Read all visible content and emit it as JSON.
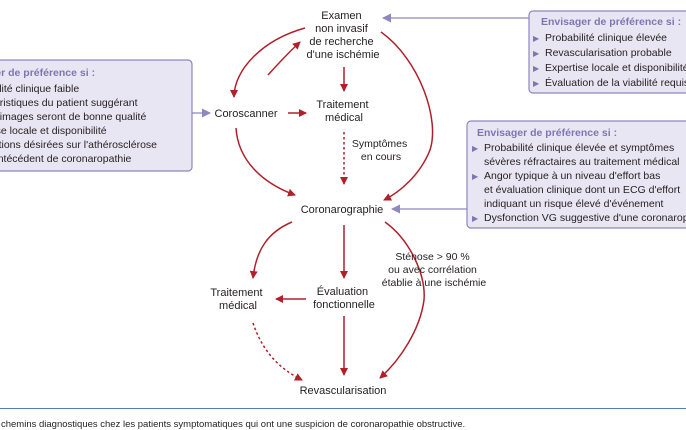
{
  "colors": {
    "arrow": "#b0202a",
    "box_border": "#8e87c0",
    "box_fill": "#e9e6f3",
    "box_title": "#7e76b3",
    "rule": "#4f7fb8"
  },
  "nodes": {
    "examen": [
      "Examen",
      "non invasif",
      "de recherche",
      "d'une ischémie"
    ],
    "coroscanner": [
      "Coroscanner"
    ],
    "traitement_top": [
      "Traitement",
      "médical"
    ],
    "symptomes": [
      "Symptômes",
      "en cours"
    ],
    "coronarographie": [
      "Coronarographie"
    ],
    "stenose": [
      "Sténose > 90 %",
      "ou avec corrélation",
      "établie à une ischémie"
    ],
    "evaluation": [
      "Évaluation",
      "fonctionnelle"
    ],
    "traitement_bottom": [
      "Traitement",
      "médical"
    ],
    "revascularisation": [
      "Revascularisation"
    ]
  },
  "boxes": {
    "top_right": {
      "title": "Envisager de préférence si :",
      "items": [
        "Probabilité clinique élevée",
        "Revascularisation probable",
        "Expertise locale et disponibilité",
        "Évaluation de la viabilité requise"
      ]
    },
    "left": {
      "title": "Envisager de préférence si :",
      "items": [
        "Probabilité clinique faible",
        "Caractéristiques du patient suggérant",
        "que les images seront de bonne qualité",
        "Expertise locale et disponibilité",
        "Informations désirées sur l'athérosclérose",
        "Pas d'antécédent de coronaropathie"
      ]
    },
    "mid_right": {
      "title": "Envisager de préférence si :",
      "lines": [
        {
          "text": "Probabilité clinique élevée et symptômes",
          "bullet": true
        },
        {
          "text": "sévères réfractaires au traitement médical",
          "bullet": false
        },
        {
          "text": "Angor typique à un niveau d'effort bas",
          "bullet": true
        },
        {
          "text": "et évaluation clinique dont un ECG d'effort",
          "bullet": false
        },
        {
          "text": "indiquant un risque élevé d'événement",
          "bullet": false
        },
        {
          "text": "Dysfonction VG suggestive d'une coronaropathie",
          "bullet": true
        }
      ]
    }
  },
  "caption": "Principaux chemins diagnostiques chez les patients symptomatiques qui ont une suspicion de coronaropathie obstructive."
}
